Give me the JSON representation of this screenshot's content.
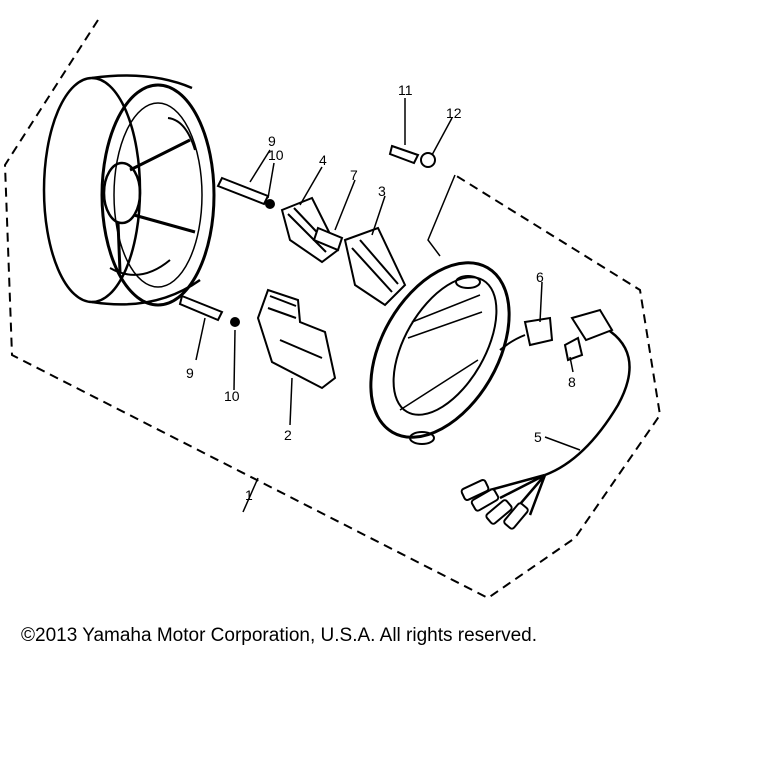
{
  "diagram": {
    "callouts": {
      "c1": "1",
      "c2": "2",
      "c3": "3",
      "c4": "4",
      "c5": "5",
      "c6": "6",
      "c7": "7",
      "c8": "8",
      "c9a": "9",
      "c9b": "9",
      "c10a": "10",
      "c10b": "10",
      "c11": "11",
      "c12": "12"
    }
  },
  "copyright": "©2013 Yamaha Motor Corporation, U.S.A. All rights reserved."
}
